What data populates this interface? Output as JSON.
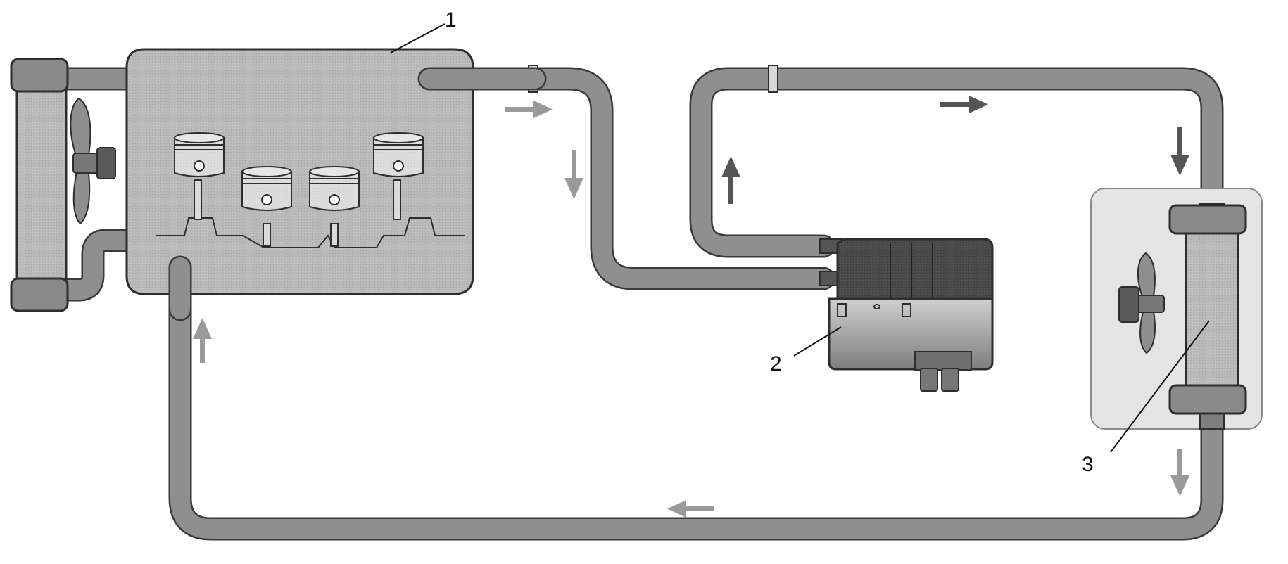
{
  "callouts": {
    "engine": "1",
    "heater": "2",
    "heat_exchanger": "3"
  }
}
